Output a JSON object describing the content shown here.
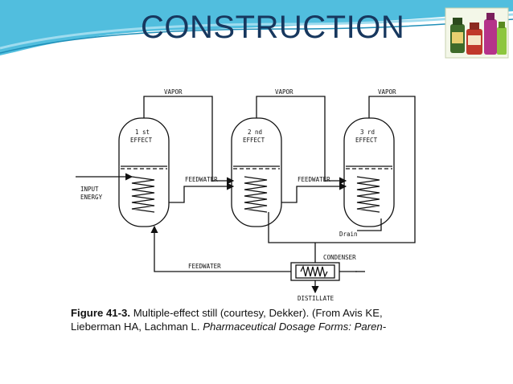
{
  "slide": {
    "title": "CONSTRUCTION"
  },
  "decor": {
    "header_color": "#33b3d8",
    "title_color": "#17375e",
    "icon": "medicine-bottles-icon"
  },
  "diagram": {
    "vapor_labels": [
      "VAPOR",
      "VAPOR",
      "VAPOR"
    ],
    "effects": [
      {
        "number": "1 st",
        "label": "EFFECT"
      },
      {
        "number": "2 nd",
        "label": "EFFECT"
      },
      {
        "number": "3 rd",
        "label": "EFFECT"
      }
    ],
    "input_energy": [
      "INPUT",
      "ENERGY"
    ],
    "feedwater_labels": [
      "FEEDWATER",
      "FEEDWATER",
      "FEEDWATER"
    ],
    "drain_label": "Drain",
    "condenser_label": "CONDENSER",
    "distillate_label": "DISTILLATE"
  },
  "caption": {
    "figure_label": "Figure 41-3.",
    "line1_text": " Multiple-effect still (courtesy, Dekker). (From Avis KE,",
    "line2_text": "Lieberman HA, Lachman L. ",
    "line2_italic": "Pharmaceutical Dosage Forms: Paren-"
  }
}
